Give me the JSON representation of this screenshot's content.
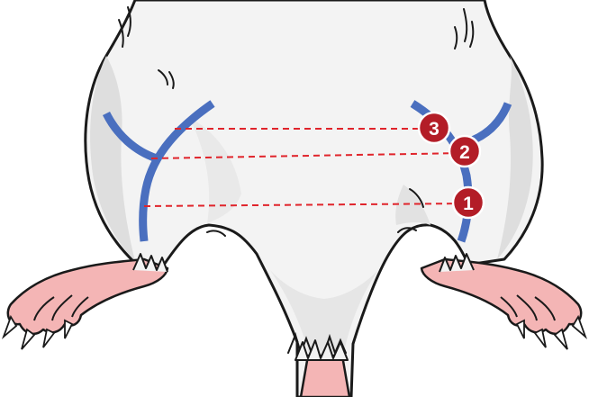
{
  "diagram": {
    "subject": "rodent-hindquarters-ventral-view",
    "colors": {
      "fur_fill": "#f2f2f2",
      "fur_shadow": "#dcdcdc",
      "outline": "#1a1a1a",
      "paw_pink": "#f4b5b5",
      "paw_pink_shadow": "#e89a9a",
      "nail": "#ffffff",
      "level_arc": "#4a6fbf",
      "guide_line": "#e0242b",
      "marker_fill": "#b31d27",
      "marker_stroke": "#ffffff",
      "marker_text": "#ffffff"
    },
    "markers": [
      {
        "label": "1"
      },
      {
        "label": "2"
      },
      {
        "label": "3"
      }
    ]
  }
}
